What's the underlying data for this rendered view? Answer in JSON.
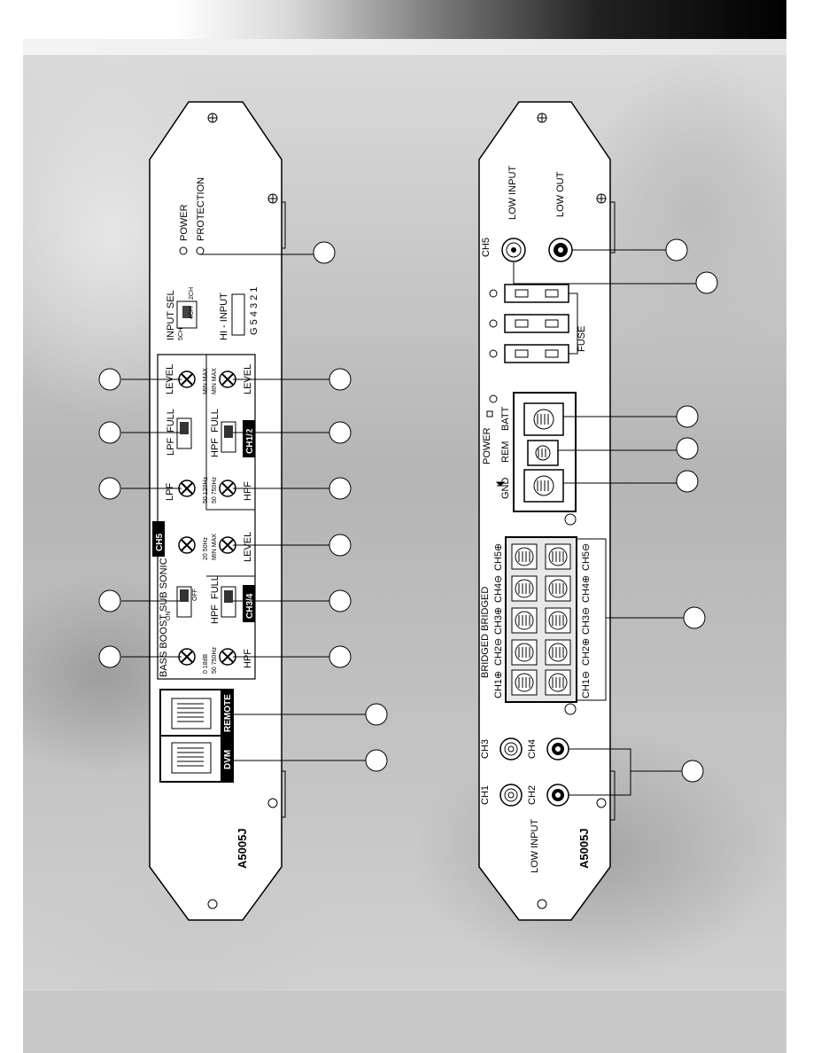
{
  "panel1": {
    "power_label": "POWER",
    "protection_label": "PROTECTION",
    "input_sel_label": "INPUT SEL",
    "input_sel_options": [
      "5CH",
      "4CH",
      "2CH"
    ],
    "hi_input_label": "HI - INPUT",
    "hi_input_pins": "G 5 4 3 2 1",
    "ch5_tag": "CH5",
    "ch12_tag": "CH1/2",
    "ch34_tag": "CH3/4",
    "ch5_level": "LEVEL",
    "ch5_level_minmax": "MIN  MAX",
    "ch5_lpf_switch_full": "FULL",
    "ch5_lpf_switch_lpf": "LPF",
    "ch5_lpf_knob": "LPF",
    "ch5_lpf_range": "50  120Hz",
    "subsonic_label": "SUB SONIC",
    "subsonic_range": "20  50Hz",
    "subsonic_off": "OFF",
    "subsonic_on": "ON",
    "bass_boost_label": "BASS BOOST",
    "bass_boost_range": "0  18dB",
    "ch12_level": "LEVEL",
    "ch12_level_minmax": "MIN  MAX",
    "ch12_full": "FULL",
    "ch12_hpf_switch": "HPF",
    "ch12_hpf_knob": "HPF",
    "ch12_hpf_range": "50  750Hz",
    "ch34_level": "LEVEL",
    "ch34_level_minmax": "MIN  MAX",
    "ch34_full": "FULL",
    "ch34_hpf_switch": "HPF",
    "ch34_hpf_knob": "HPF",
    "ch34_hpf_range": "50  750Hz",
    "dvm_label": "DVM",
    "remote_label": "REMOTE",
    "model": "A5005J"
  },
  "panel2": {
    "ch5_label": "CH5",
    "low_input_label": "LOW INPUT",
    "low_out_label": "LOW OUT",
    "fuse_label": "FUSE",
    "power_label": "POWER",
    "batt_label": "BATT",
    "rem_label": "REM",
    "gnd_label": "GND",
    "bridged_top": "BRIDGED     BRIDGED",
    "speaker_top": [
      "CH1⊕",
      "CH2⊖",
      "CH3⊕",
      "CH4⊖",
      "CH5⊕"
    ],
    "speaker_bottom": [
      "CH1⊖",
      "CH2⊕",
      "CH3⊖",
      "CH4⊕",
      "CH5⊖"
    ],
    "rca_ch1": "CH1",
    "rca_ch2": "CH2",
    "rca_ch3": "CH3",
    "rca_ch4": "CH4",
    "low_input_bottom": "LOW INPUT",
    "model": "A5005J"
  }
}
